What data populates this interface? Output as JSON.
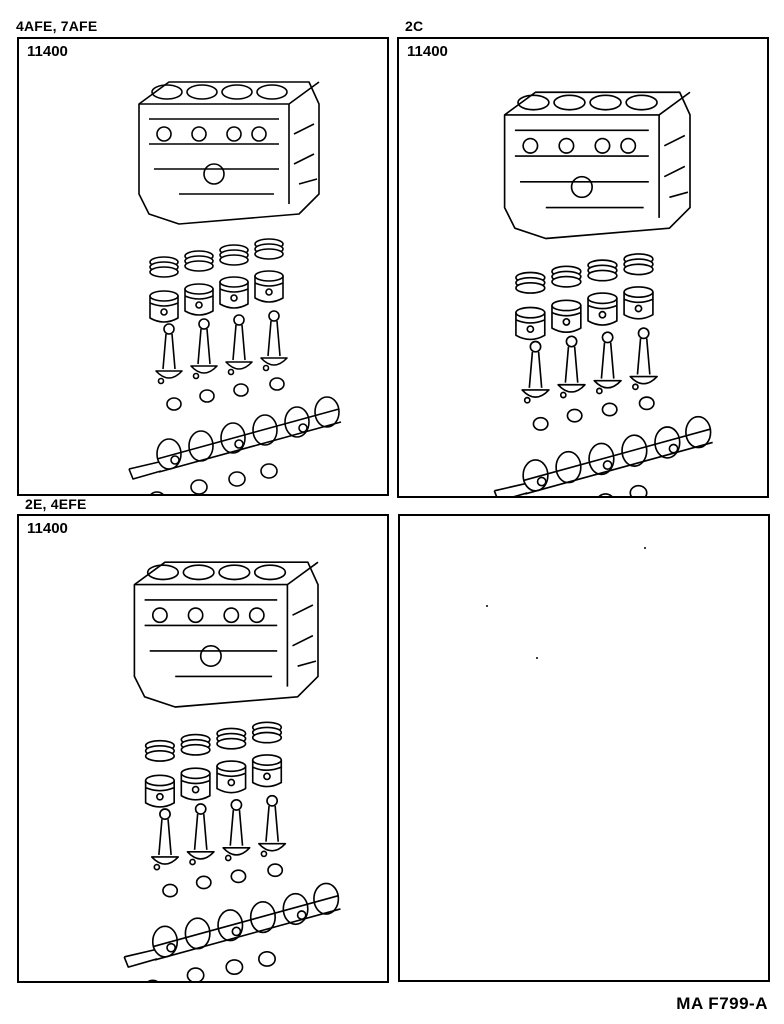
{
  "panels": [
    {
      "engine_label": "4AFE, 7AFE",
      "part_code": "11400",
      "has_illustration": true
    },
    {
      "engine_label": "2C",
      "part_code": "11400",
      "has_illustration": true
    },
    {
      "engine_label": "2E, 4EFE",
      "part_code": "11400",
      "has_illustration": true
    },
    {
      "engine_label": "",
      "part_code": "",
      "has_illustration": false
    }
  ],
  "footer": {
    "code": "MA F799-A"
  },
  "icons": {
    "illustration": "short-block-engine-exploded-icon"
  }
}
